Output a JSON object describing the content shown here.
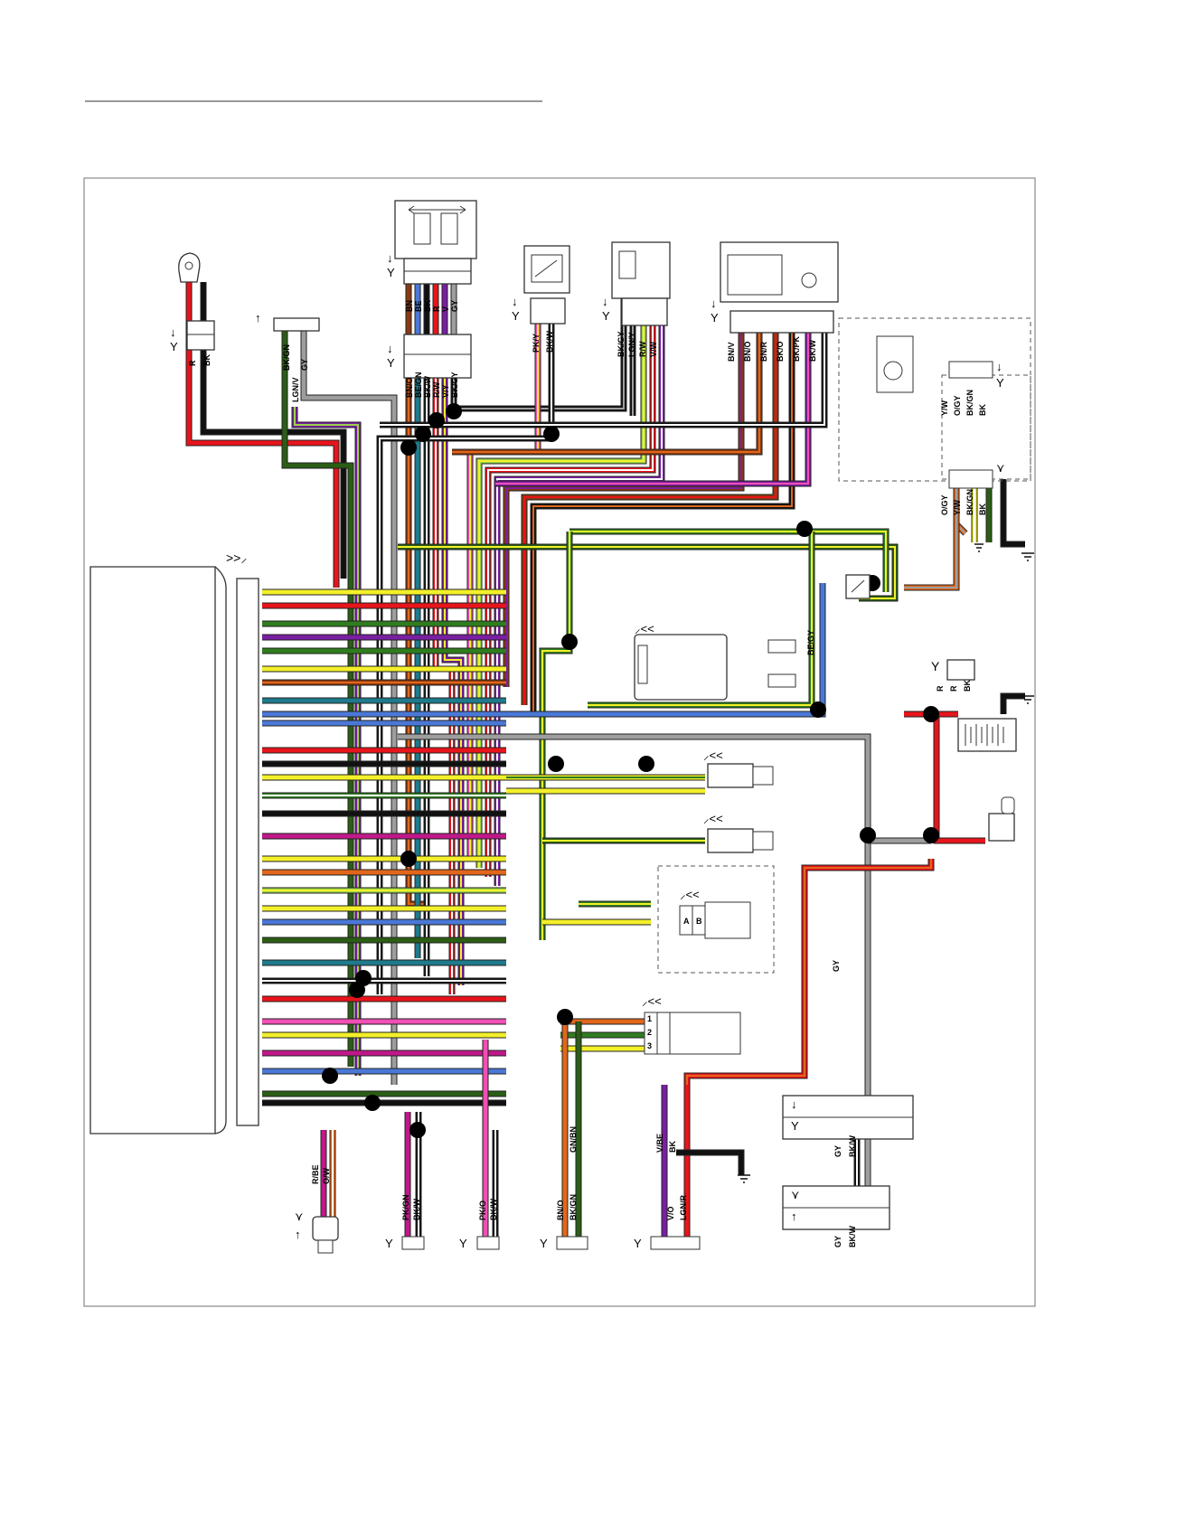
{
  "wire_colors": {
    "R": "#e8141b",
    "BK": "#111111",
    "GY": "#9e9e9e",
    "BN": "#8b3a0f",
    "BE": "#4a78d6",
    "V": "#7a1fa2",
    "O": "#e2661b",
    "Y": "#f3f02a",
    "GN": "#2f7d1f",
    "DGN": "#2b5e14",
    "LGN": "#9bd24a",
    "PK": "#f04fb4",
    "W": "#ffffff",
    "TEAL": "#1f7a8c",
    "M": "#c0188a"
  },
  "labels": {
    "ignition_lead": [
      "R",
      "BK"
    ],
    "conn_a": [
      "BK/GN",
      "GY"
    ],
    "conn_a2": [
      "LGN/V"
    ],
    "switch_upper": [
      "BN",
      "BE",
      "BK",
      "R",
      "V",
      "GY"
    ],
    "switch_lower": [
      "BN/O",
      "BE/GN",
      "BK/W",
      "R/W",
      "V/Y",
      "BK/GY"
    ],
    "sensor1": [
      "PK/Y",
      "BK/W"
    ],
    "sensor2": [
      "BK/GY",
      "LGN/Y",
      "R/W",
      "V/W"
    ],
    "switch_right": [
      "BN/V",
      "BN/O",
      "BN/R",
      "BK/O",
      "BK/PK",
      "BK/W"
    ],
    "pump_top": [
      "Y/W",
      "O/GY",
      "BK/GN",
      "BK"
    ],
    "pump_bottom": [
      "O/GY",
      "Y/W",
      "BK/GN",
      "BK"
    ],
    "relay": [
      "BE/GY"
    ],
    "battery": [
      "R",
      "R",
      "BK"
    ],
    "gy_trunk": [
      "GY"
    ],
    "plug1": [
      "GY",
      "BK/W"
    ],
    "plug2": [
      "GY",
      "BK/W"
    ],
    "sender": [
      "R/BE",
      "O/W"
    ],
    "bottom_conn1": [
      "PK/GN",
      "BK/W"
    ],
    "bottom_conn2": [
      "PK/O",
      "BK/W"
    ],
    "bottom_conn3": [
      "BN/O",
      "BK/GN"
    ],
    "bottom_conn3_top": [
      "GN/BN"
    ],
    "bottom_conn4": [
      "V/O",
      "LGN/R"
    ],
    "bottom_conn4_top": [
      "V/BE",
      "BK"
    ],
    "hall_pins": [
      "A",
      "B"
    ],
    "throttle_pins": [
      "1",
      "2",
      "3"
    ]
  }
}
